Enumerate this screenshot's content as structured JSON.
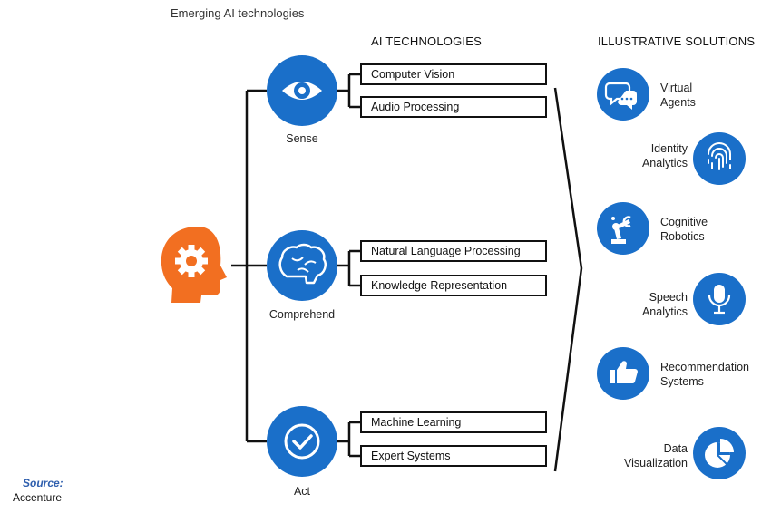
{
  "title": "Emerging AI technologies",
  "headers": {
    "technologies": "AI TECHNOLOGIES",
    "solutions": "ILLUSTRATIVE SOLUTIONS"
  },
  "categories": [
    {
      "label": "Sense",
      "icon": "eye-icon",
      "technologies": [
        "Computer Vision",
        "Audio Processing"
      ]
    },
    {
      "label": "Comprehend",
      "icon": "brain-icon",
      "technologies": [
        "Natural Language Processing",
        "Knowledge Representation"
      ]
    },
    {
      "label": "Act",
      "icon": "checkmark-icon",
      "technologies": [
        "Machine Learning",
        "Expert Systems"
      ]
    }
  ],
  "solutions": [
    {
      "line1": "Virtual",
      "line2": "Agents",
      "icon": "chat-bubbles-icon"
    },
    {
      "line1": "Identity",
      "line2": "Analytics",
      "icon": "fingerprint-icon"
    },
    {
      "line1": "Cognitive",
      "line2": "Robotics",
      "icon": "robot-arm-icon"
    },
    {
      "line1": "Speech",
      "line2": "Analytics",
      "icon": "microphone-icon"
    },
    {
      "line1": "Recommendation",
      "line2": "Systems",
      "icon": "thumbs-up-icon"
    },
    {
      "line1": "Data",
      "line2": "Visualization",
      "icon": "pie-chart-icon"
    }
  ],
  "source": {
    "label": "Source:",
    "value": "Accenture"
  },
  "colors": {
    "blue": "#1a6fc9",
    "orange": "#f26f21",
    "line": "#111111"
  }
}
